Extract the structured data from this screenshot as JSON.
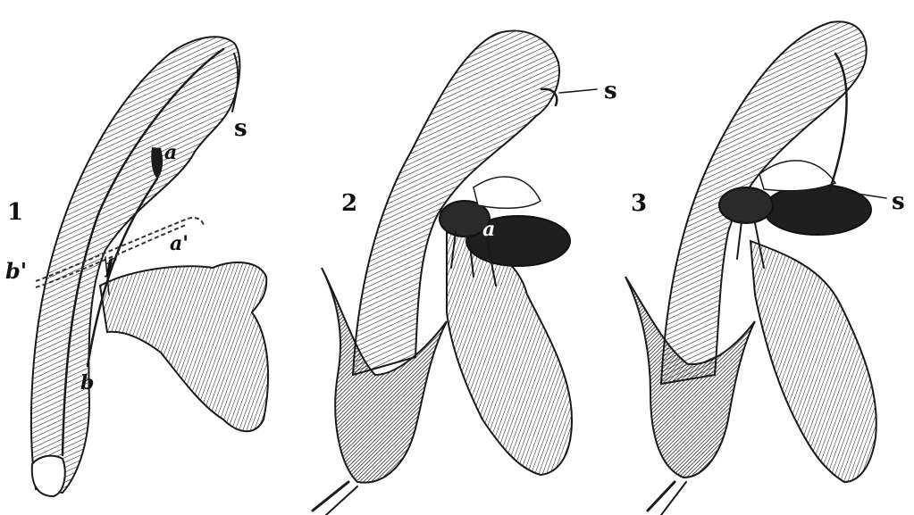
{
  "figure": {
    "panels": [
      {
        "number": "1",
        "labels": {
          "a": "a",
          "a_prime": "a'",
          "b": "b",
          "b_prime": "b'",
          "f": "f",
          "s": "s"
        }
      },
      {
        "number": "2",
        "labels": {
          "a": "a",
          "s": "s"
        }
      },
      {
        "number": "3",
        "labels": {
          "s": "s"
        }
      }
    ]
  },
  "colors": {
    "ink": "#1a1a1a",
    "paper": "#ffffff",
    "dark_fill": "#2a2a2a"
  }
}
